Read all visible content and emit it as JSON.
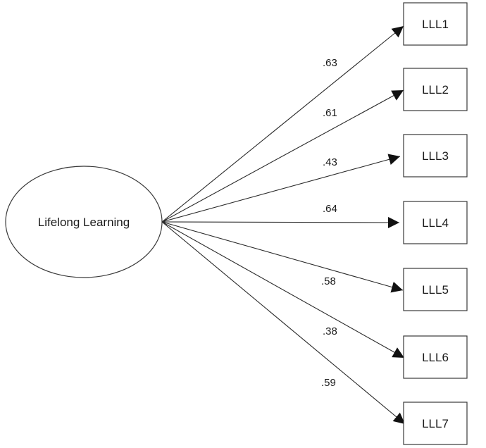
{
  "latent": {
    "label": "Lifelong Learning"
  },
  "indicators": [
    {
      "label": "LLL1",
      "loading": ".63"
    },
    {
      "label": "LLL2",
      "loading": ".61"
    },
    {
      "label": "LLL3",
      "loading": ".43"
    },
    {
      "label": "LLL4",
      "loading": ".64"
    },
    {
      "label": "LLL5",
      "loading": ".58"
    },
    {
      "label": "LLL6",
      "loading": ".38"
    },
    {
      "label": "LLL7",
      "loading": ".59"
    }
  ]
}
